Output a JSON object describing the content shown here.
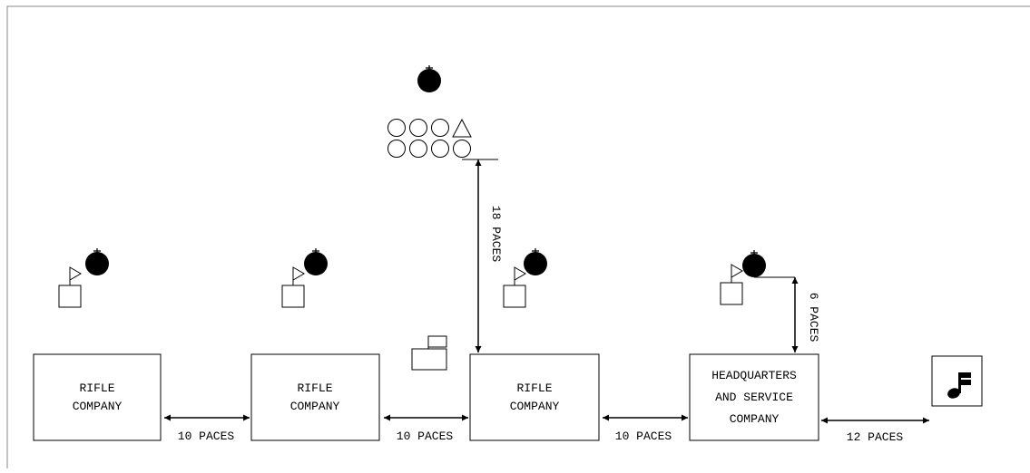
{
  "units": [
    {
      "lines": [
        "RIFLE",
        "COMPANY"
      ]
    },
    {
      "lines": [
        "RIFLE",
        "COMPANY"
      ]
    },
    {
      "lines": [
        "RIFLE",
        "COMPANY"
      ]
    },
    {
      "lines": [
        "HEADQUARTERS",
        "AND SERVICE",
        "COMPANY"
      ]
    }
  ],
  "distances": {
    "gap1": "10 PACES",
    "gap2": "10 PACES",
    "gap3": "10 PACES",
    "gap4": "12 PACES",
    "staff_to_line": "18 PACES",
    "commander_to_hq": "6 PACES"
  },
  "icons": {
    "officer": "officer-symbol-icon",
    "guidon_bearer": "guidon-bearer-icon",
    "staff_member": "staff-circle-icon",
    "colors": "colors-triangle-icon",
    "color_guard": "color-guard-icon",
    "band": "music-note-icon"
  },
  "colors": {
    "ink": "#000000",
    "background": "#ffffff"
  }
}
